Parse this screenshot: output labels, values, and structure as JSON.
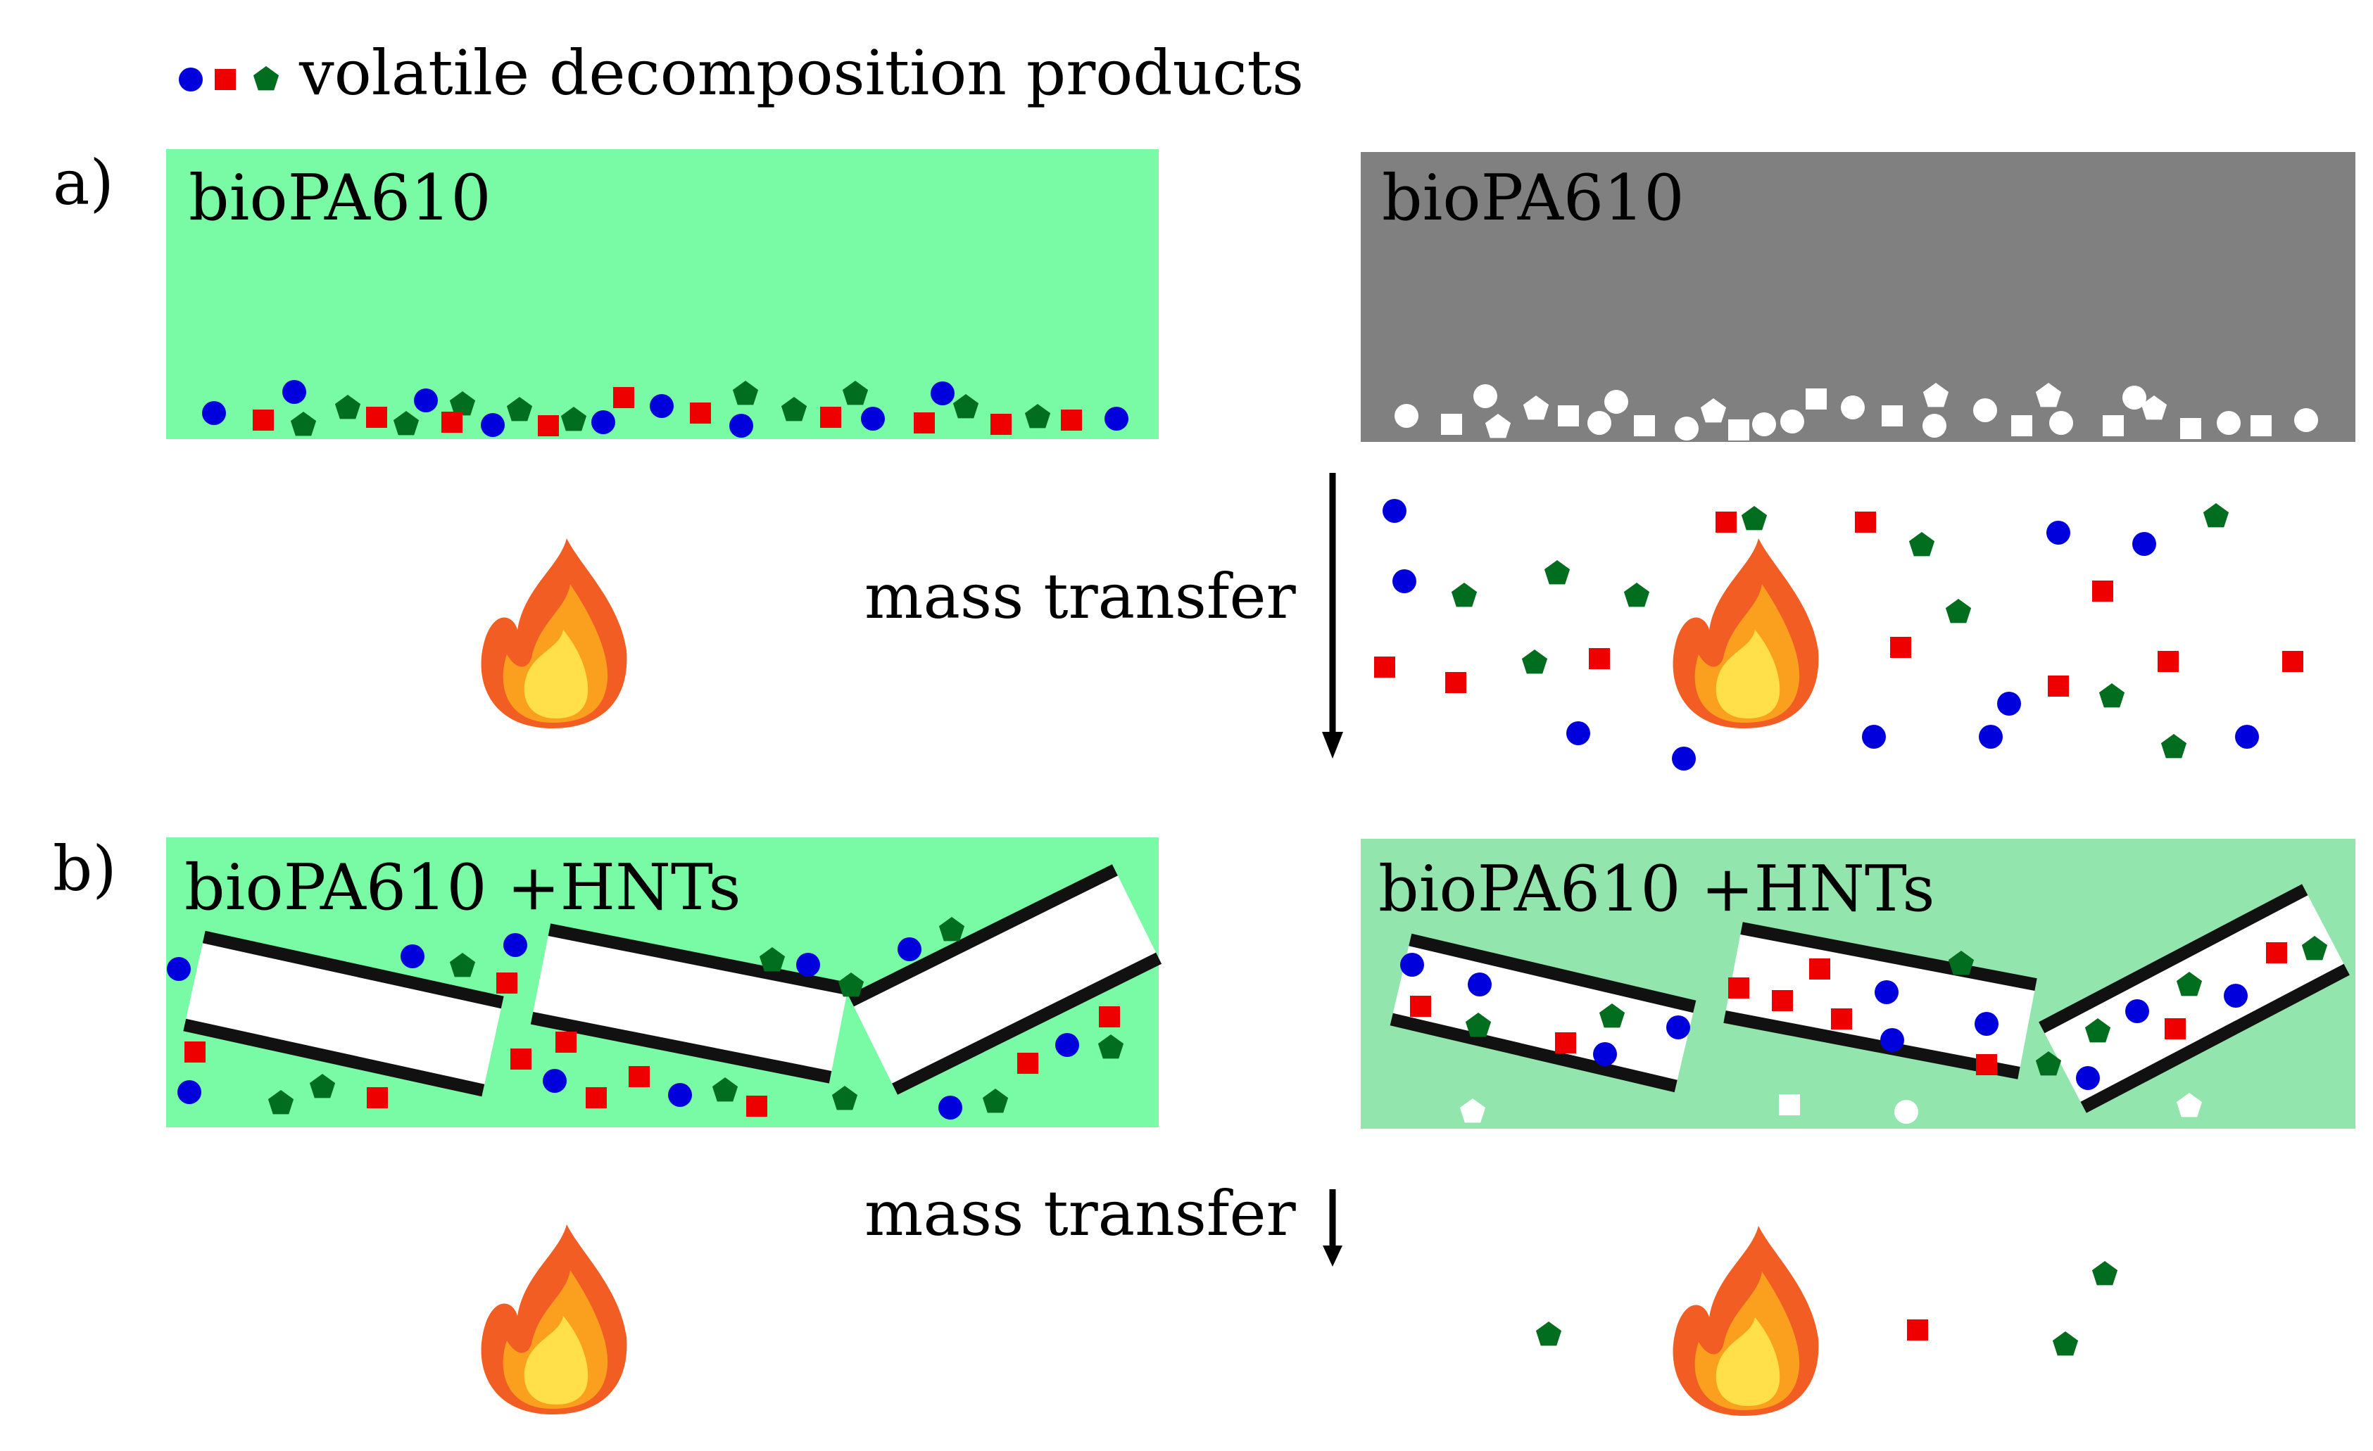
{
  "legend": {
    "text": "volatile decomposition products"
  },
  "colors": {
    "pale_green": "#79fba6",
    "light_green": "#92e6ad",
    "gray": "#808080",
    "blue": "#0000dd",
    "red": "#ee0000",
    "green": "#006e1e",
    "white": "#ffffff",
    "tube_wall": "#111111",
    "flame_outer": "#f25d23",
    "flame_mid": "#fba01e",
    "flame_inner": "#ffe04a"
  },
  "panel_a": {
    "label": "a)",
    "left_box": {
      "title": "bioPA610"
    },
    "right_box": {
      "title": "bioPA610"
    },
    "arrow_label": "mass transfer"
  },
  "panel_b": {
    "label": "b)",
    "left_box": {
      "title": "bioPA610 +HNTs"
    },
    "right_box": {
      "title": "bioPA610 +HNTs"
    },
    "arrow_label": "mass transfer"
  }
}
